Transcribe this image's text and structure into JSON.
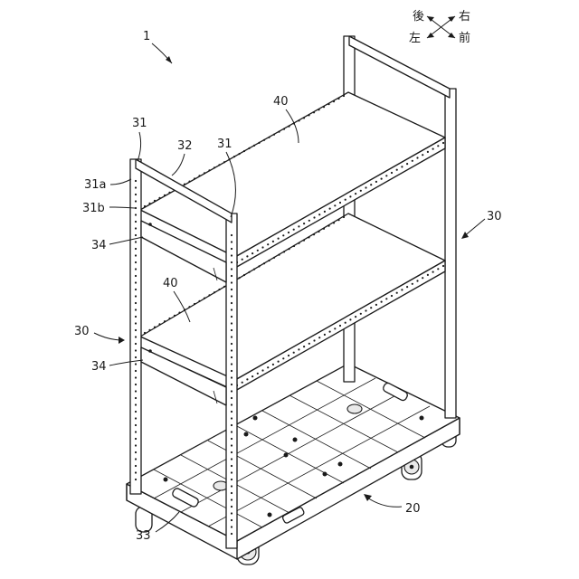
{
  "directions": {
    "back": "後",
    "right": "右",
    "left": "左",
    "front": "前"
  },
  "labels": {
    "rack": "1",
    "upright_top_left": "31",
    "upright_top_mid": "31",
    "crossbar": "32",
    "upright_part_a": "31a",
    "upright_part_b": "31b",
    "shelf_upper": "40",
    "shelf_lower": "40",
    "bracket_upper": "34",
    "bracket_lower": "34",
    "side_frame_left": "30",
    "side_frame_right": "30",
    "base_dolly": "20",
    "handle": "33"
  }
}
